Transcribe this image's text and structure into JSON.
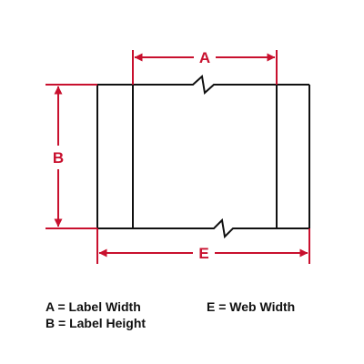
{
  "colors": {
    "dimension": "#c8102e",
    "outline": "#111111"
  },
  "dimensions": {
    "a_letter": "A",
    "b_letter": "B",
    "e_letter": "E"
  },
  "legend": {
    "a": "A = Label Width",
    "b": "B = Label Height",
    "e": "E = Web Width"
  }
}
